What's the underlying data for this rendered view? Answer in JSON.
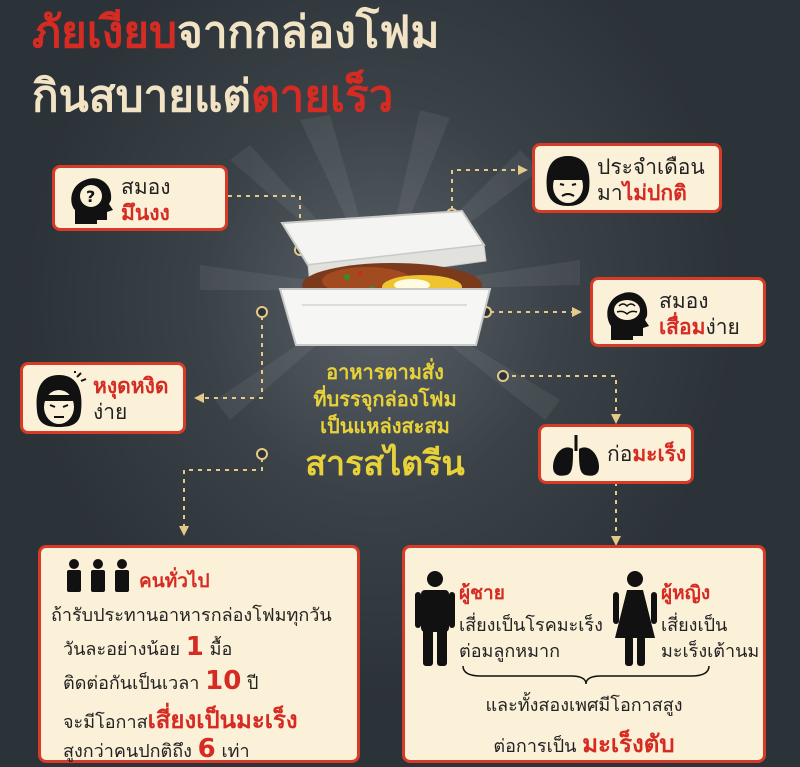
{
  "title": {
    "line1_red": "ภัยเงียบ",
    "line1_cream": "จากกล่องโฟม",
    "line2_cream": "กินสบายแต่",
    "line2_red": "ตายเร็ว"
  },
  "boxes": {
    "brain_dizzy": {
      "top": "สมอง",
      "bottom": "มึนงง"
    },
    "menstruation": {
      "top": "ประจำเดือน",
      "bottom_plain": "มา",
      "bottom_red": "ไม่ปกติ"
    },
    "brain_degrade": {
      "top": "สมอง",
      "bottom_red": "เสื่อม",
      "bottom_plain": "ง่าย"
    },
    "irritable": {
      "top": "หงุดหงิด",
      "bottom": "ง่าย"
    },
    "cancer": {
      "plain": "ก่อ",
      "red": "มะเร็ง"
    }
  },
  "center": {
    "line1": "อาหารตามสั่ง",
    "line2": "ที่บรรจุกล่องโฟม",
    "line3": "เป็นแหล่งสะสม",
    "line4": "สารสไตรีน"
  },
  "general": {
    "heading": "คนทั่วไป",
    "l1": "ถ้ารับประทานอาหารกล่องโฟมทุกวัน",
    "l2_a": "วันละอย่างน้อย",
    "l2_num": "1",
    "l2_b": "มื้อ",
    "l3_a": "ติดต่อกันเป็นเวลา",
    "l3_num": "10",
    "l3_b": "ปี",
    "l4_a": "จะมีโอกาส",
    "l4_red": "เสี่ยงเป็นมะเร็ง",
    "l5_a": "สูงกว่าคนปกติถึง",
    "l5_num": "6",
    "l5_b": "เท่า"
  },
  "gender": {
    "male_heading": "ผู้ชาย",
    "male_l1": "เสี่ยงเป็นโรคมะเร็ง",
    "male_l2": "ต่อมลูกหมาก",
    "female_heading": "ผู้หญิง",
    "female_l1": "เสี่ยงเป็น",
    "female_l2": "มะเร็งเต้านม",
    "both_l1": "และทั้งสองเพศมีโอกาสสูง",
    "both_l2_a": "ต่อการเป็น",
    "both_l2_red": "มะเร็งตับ"
  },
  "colors": {
    "bg": "#2b3238",
    "red": "#d62b22",
    "cream": "#fbf0d8",
    "yellow": "#e8d23a",
    "connector": "#e5c98a"
  }
}
